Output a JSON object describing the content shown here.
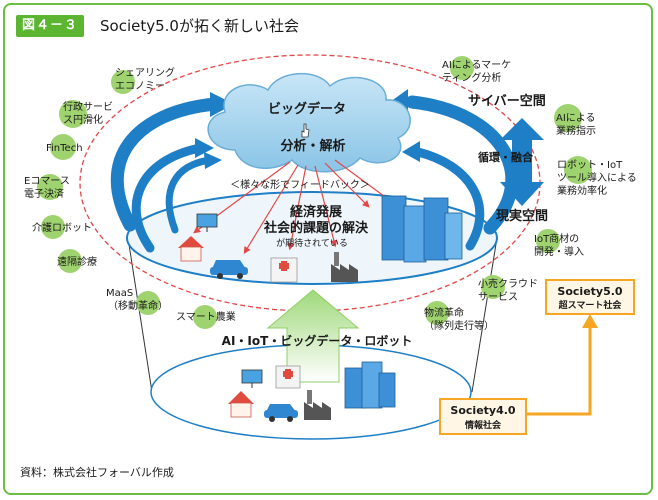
{
  "header": {
    "figure_label": "図４－３",
    "title": "Society5.0が拓く新しい社会"
  },
  "cloud": {
    "line1": "ビッグデータ",
    "line2": "分析・解析"
  },
  "feedback_label": "＜様々な形でフィードバック＞",
  "center": {
    "line1": "経済発展",
    "line2": "社会的課題の解決",
    "line3": "が期待されている"
  },
  "spaces": {
    "cyber": "サイバー空間",
    "fusion": "循環・融合",
    "real": "現実空間"
  },
  "tech_arrow_label": "AI・IoT・ビッグデータ・ロボット",
  "left_tags": [
    [
      "シェアリング",
      "エコノミー"
    ],
    [
      "行政サービ",
      "ス円滑化"
    ],
    [
      "FinTech"
    ],
    [
      "Eコマース",
      "電子決済"
    ],
    [
      "介護ロボット"
    ],
    [
      "遠隔診療"
    ],
    [
      "MaaS",
      "（移動革命）"
    ],
    [
      "スマート農業"
    ]
  ],
  "right_tags": [
    [
      "AIによるマーケ",
      "ティング分析"
    ],
    [
      "AIによる",
      "業務指示"
    ],
    [
      "ロボット・IoT",
      "ツール導入による",
      "業務効率化"
    ],
    [
      "IoT商材の",
      "開発・導入"
    ],
    [
      "小売クラウド",
      "サービス"
    ],
    [
      "物流革命",
      "（隊列走行等）"
    ]
  ],
  "society5": {
    "line1": "Society5.0",
    "line2": "超スマート社会"
  },
  "society4": {
    "line1": "Society4.0",
    "line2": "情報社会"
  },
  "source": "資料：株式会社フォーバル作成",
  "colors": {
    "frame_green": "#6bbd45",
    "badge_green": "#5bb531",
    "tag_bubble": "#9fd36f",
    "arrow_blue": "#1e7fc6",
    "cloud_fill": "#a9d6f0",
    "dashed_red": "#e34848",
    "society_orange": "#f6a623",
    "tech_arrow_green": "#bfe5a2"
  }
}
